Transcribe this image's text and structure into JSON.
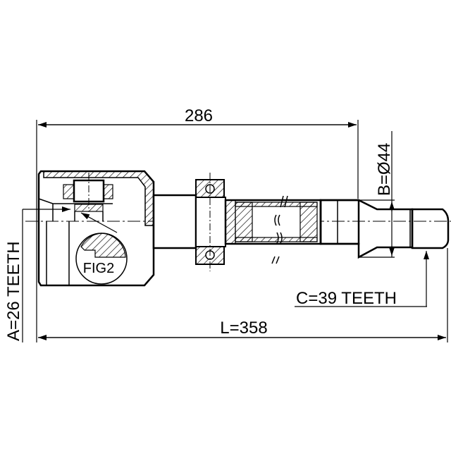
{
  "drawing": {
    "overall_length_label": "286",
    "total_length_label": "L=358",
    "diameter_label": "B=Ø44",
    "inner_teeth_label": "A=26 TEETH",
    "outer_teeth_label": "C=39 TEETH",
    "detail_label": "FIG2"
  },
  "colors": {
    "line": "#000000",
    "background": "#ffffff"
  }
}
